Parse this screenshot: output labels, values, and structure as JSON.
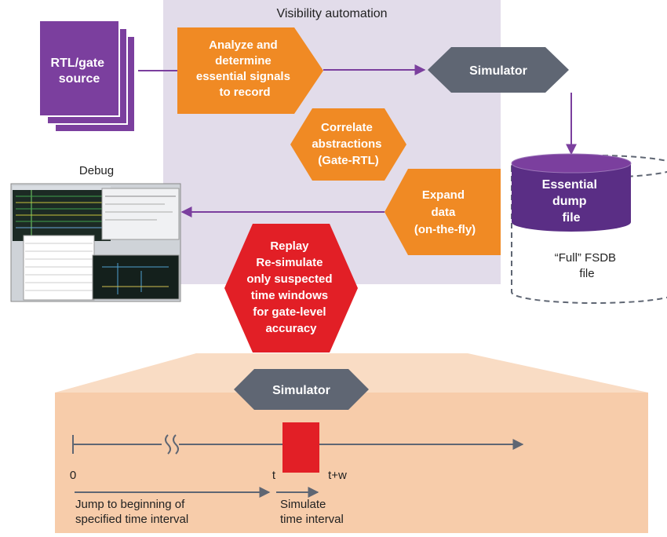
{
  "region_title": "Visibility automation",
  "source": {
    "line1": "RTL/gate",
    "line2": "source"
  },
  "analyze": {
    "line1": "Analyze and",
    "line2": "determine",
    "line3": "essential signals",
    "line4": "to record"
  },
  "simulator_top": "Simulator",
  "correlate": {
    "line1": "Correlate",
    "line2": "abstractions",
    "line3": "(Gate-RTL)"
  },
  "expand": {
    "line1": "Expand",
    "line2": "data",
    "line3": "(on-the-fly)"
  },
  "essential": {
    "line1": "Essential",
    "line2": "dump",
    "line3": "file"
  },
  "full_fsdb": {
    "line1": "“Full” FSDB",
    "line2": "file"
  },
  "debug_label": "Debug",
  "replay": {
    "line1": "Replay",
    "line2": "Re-simulate",
    "line3": "only suspected",
    "line4": "time windows",
    "line5": "for gate-level",
    "line6": "accuracy"
  },
  "simulator_bottom": "Simulator",
  "timeline": {
    "zero": "0",
    "t": "t",
    "tw": "t+w"
  },
  "jump": {
    "line1": "Jump to beginning of",
    "line2": "specified time interval"
  },
  "simulate": {
    "line1": "Simulate",
    "line2": "time interval"
  },
  "colors": {
    "purple": "#7b3f9e",
    "dark_purple": "#5a2e85",
    "orange": "#f08a24",
    "gray_hex": "#5f6673",
    "red": "#e21f26",
    "lavender": "#e2dcea",
    "peach": "#f7ccaa"
  }
}
